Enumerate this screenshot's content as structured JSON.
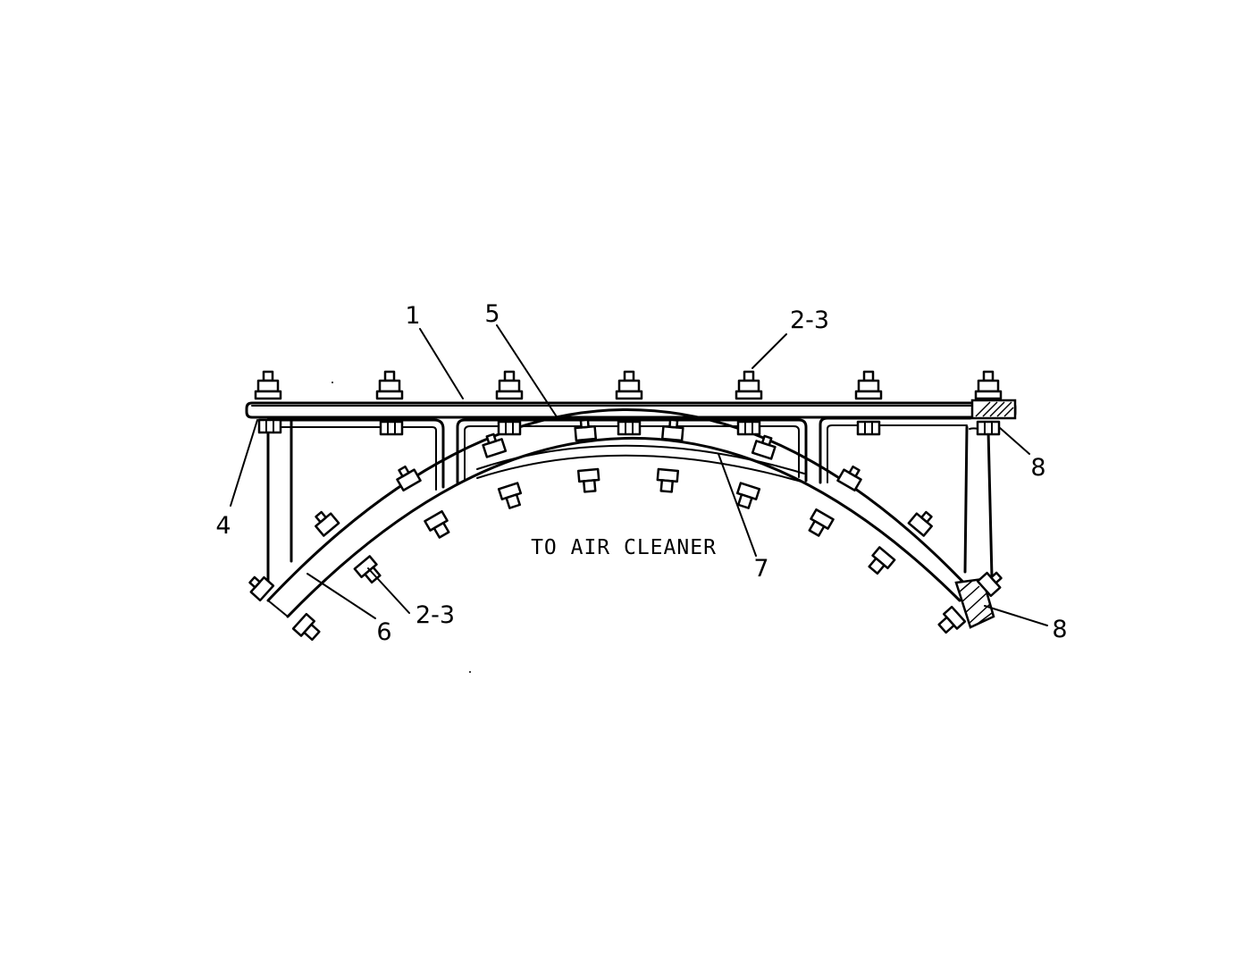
{
  "diagram": {
    "caption": "TO AIR CLEANER",
    "callouts": [
      {
        "id": "c1",
        "label": "1"
      },
      {
        "id": "c5",
        "label": "5"
      },
      {
        "id": "c23top",
        "label": "2-3"
      },
      {
        "id": "c8top",
        "label": "8"
      },
      {
        "id": "c4",
        "label": "4"
      },
      {
        "id": "c7",
        "label": "7"
      },
      {
        "id": "c23bot",
        "label": "2-3"
      },
      {
        "id": "c6",
        "label": "6"
      },
      {
        "id": "c8bot",
        "label": "8"
      }
    ]
  }
}
